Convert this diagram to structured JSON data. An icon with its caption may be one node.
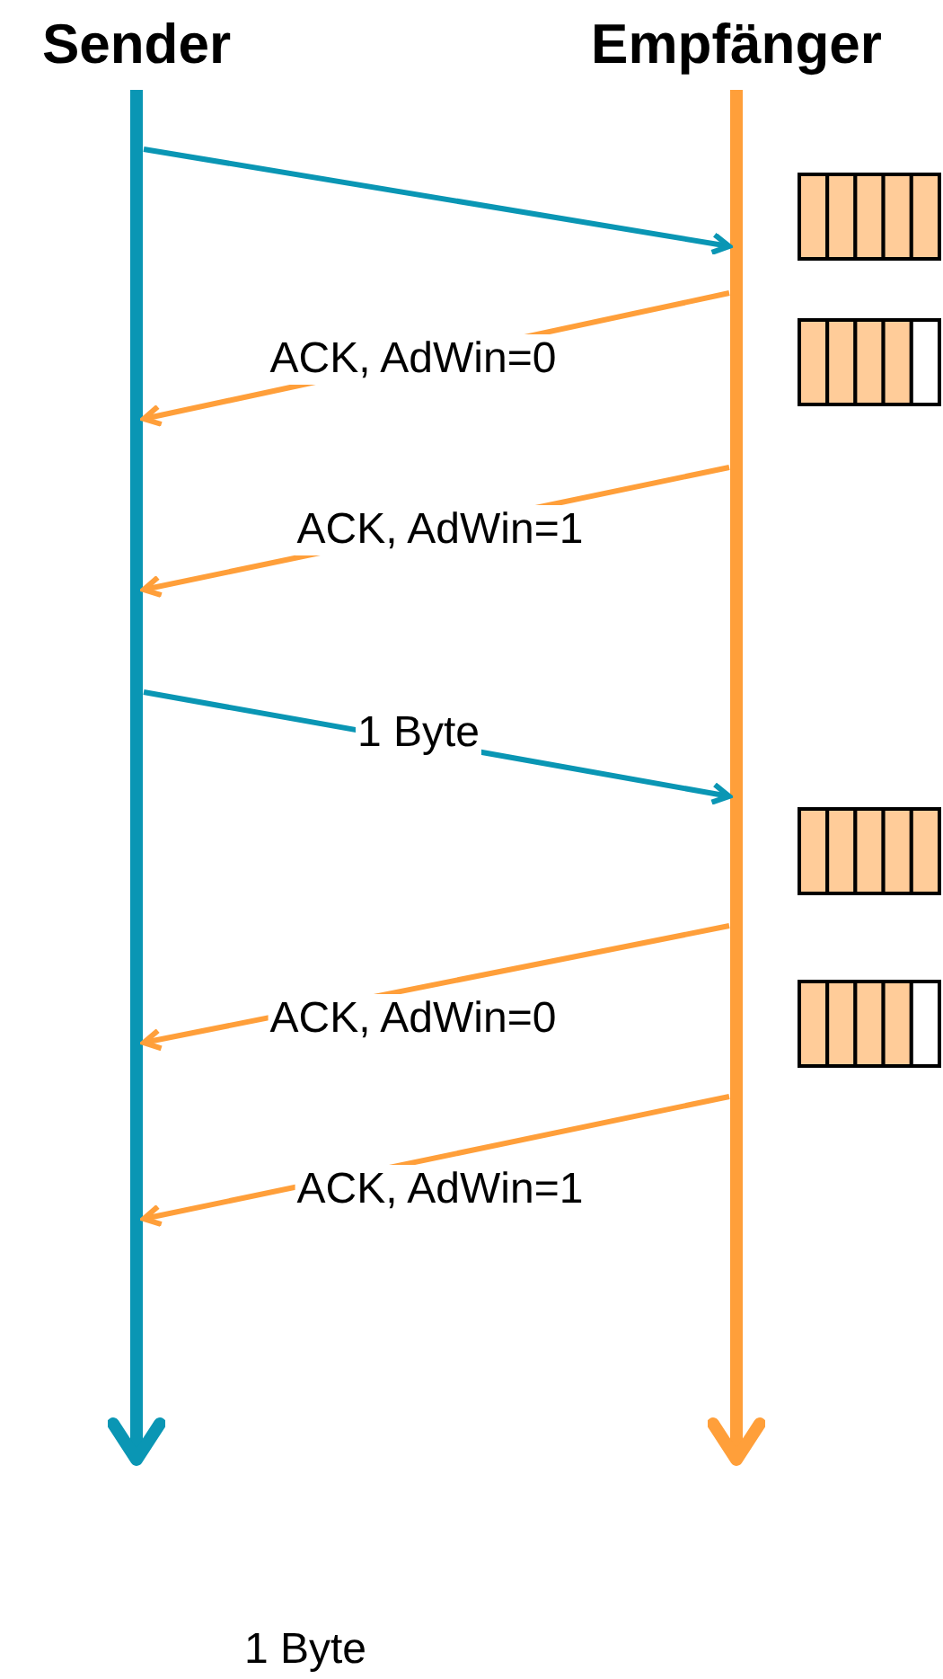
{
  "diagram": {
    "nodes": [
      {
        "text": [
          "Sender"
        ]
      },
      {
        "text": [
          "Empfänger"
        ]
      }
    ],
    "edges": [
      {
        "from": 0,
        "to": 1,
        "arrow": "to",
        "color": "#0a96b4"
      },
      {
        "from": 1,
        "to": 0,
        "arrow": "to",
        "label": "ACK, AdWin=0"
      },
      {
        "from": 1,
        "to": 0,
        "arrow": "to",
        "label": "ACK, AdWin=1"
      },
      {
        "from": 0,
        "to": 1,
        "arrow": "to",
        "label": "1 Byte",
        "color": "#0a96b4"
      },
      {
        "from": 1,
        "to": 0,
        "arrow": "to",
        "label": "ACK, AdWin=0"
      },
      {
        "from": 1,
        "to": 0,
        "arrow": "to",
        "label": "ACK, AdWin=1"
      }
    ],
    "labels": [
      "1 Byte"
    ]
  }
}
